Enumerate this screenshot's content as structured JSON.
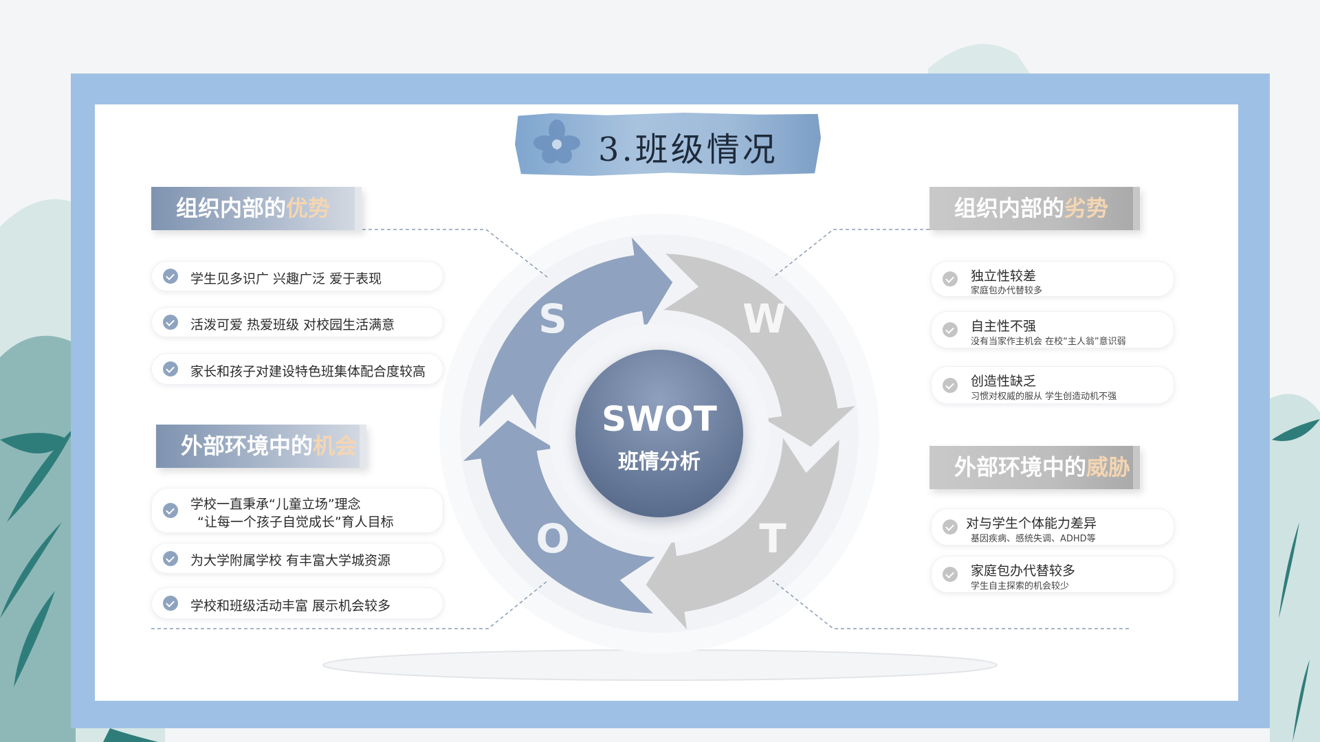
{
  "title": "3.班级情况",
  "swot": {
    "title": "SWOT",
    "subtitle": "班情分析",
    "letters": {
      "s": "S",
      "w": "W",
      "o": "O",
      "t": "T"
    }
  },
  "colors": {
    "frame": "#9fc0e5",
    "blue_segment": "#8fa2bf",
    "gray_segment": "#c9c9c9",
    "highlight": "#f4d6b2"
  },
  "strengths": {
    "prefix": "组织内部的",
    "highlight": "优势",
    "items": [
      "学生见多识广  兴趣广泛  爱于表现",
      "活泼可爱  热爱班级  对校园生活满意",
      "家长和孩子对建设特色班集体配合度较高"
    ]
  },
  "opportunities": {
    "prefix": "外部环境中的",
    "highlight": "机会",
    "items": [
      {
        "line1": "学校一直秉承“儿童立场”理念",
        "line2": "“让每一个孩子自觉成长”育人目标"
      },
      {
        "line1": "为大学附属学校  有丰富大学城资源"
      },
      {
        "line1": "学校和班级活动丰富  展示机会较多"
      }
    ]
  },
  "weaknesses": {
    "prefix": "组织内部的",
    "highlight": "劣势",
    "items": [
      {
        "title": "独立性较差",
        "sub": "家庭包办代替较多"
      },
      {
        "title": "自主性不强",
        "sub": "没有当家作主机会 在校“主人翁”意识弱"
      },
      {
        "title": "创造性缺乏",
        "sub": "习惯对权威的服从 学生创造动机不强"
      }
    ]
  },
  "threats": {
    "prefix": "外部环境中的",
    "highlight": "威胁",
    "items": [
      {
        "title": "对与学生个体能力差异",
        "sub": "基因疾病、感统失调、ADHD等"
      },
      {
        "title": "家庭包办代替较多",
        "sub": "学生自主探索的机会较少"
      }
    ]
  }
}
